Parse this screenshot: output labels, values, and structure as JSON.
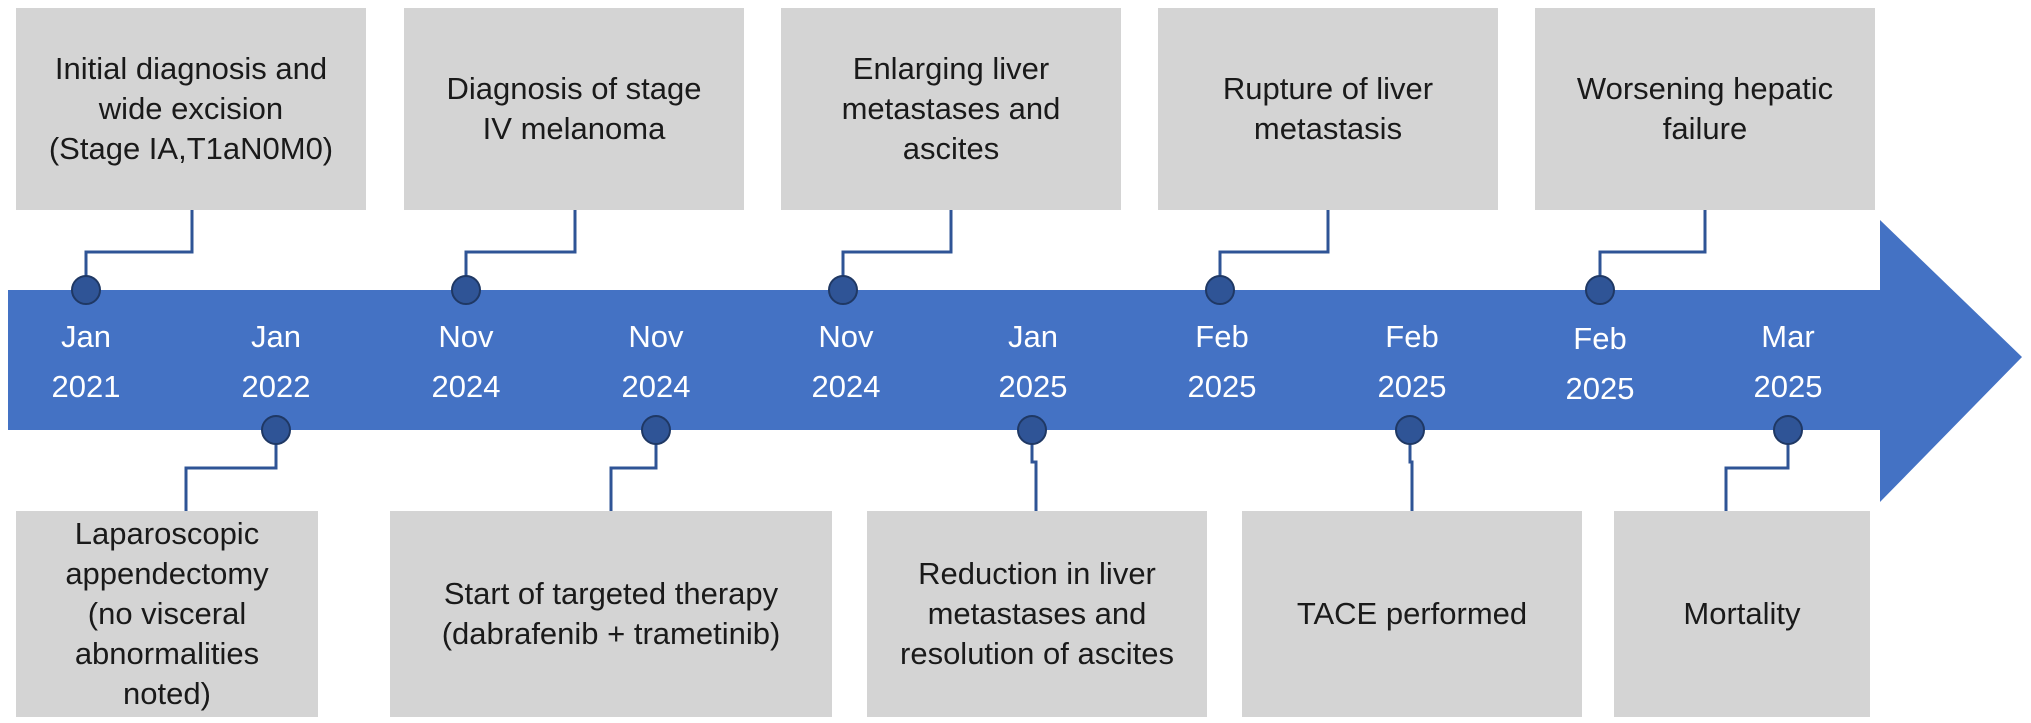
{
  "colors": {
    "arrow": "#4472c4",
    "dot": "#2f5496",
    "connector": "#2f5496",
    "box": "#d4d4d4",
    "date_text": "#ffffff"
  },
  "dates": [
    {
      "month": "Jan",
      "year": "2021"
    },
    {
      "month": "Jan",
      "year": "2022"
    },
    {
      "month": "Nov",
      "year": "2024"
    },
    {
      "month": "Nov",
      "year": "2024"
    },
    {
      "month": "Nov",
      "year": "2024"
    },
    {
      "month": "Jan",
      "year": "2025"
    },
    {
      "month": "Feb",
      "year": "2025"
    },
    {
      "month": "Feb",
      "year": "2025"
    },
    {
      "month": "Feb",
      "year": "2025"
    },
    {
      "month": "Mar",
      "year": "2025"
    }
  ],
  "events": [
    {
      "text": "Initial diagnosis and\nwide excision\n(Stage IA,T1aN0M0)",
      "position": "above"
    },
    {
      "text": "Laparoscopic\nappendectomy\n(no visceral\nabnormalities noted)",
      "position": "below"
    },
    {
      "text": "Diagnosis of stage\nIV melanoma",
      "position": "above"
    },
    {
      "text": "Start of targeted therapy\n(dabrafenib + trametinib)",
      "position": "below"
    },
    {
      "text": "Enlarging liver\nmetastases and\nascites",
      "position": "above"
    },
    {
      "text": "Reduction in liver\nmetastases and\nresolution of ascites",
      "position": "below"
    },
    {
      "text": "Rupture of liver\nmetastasis",
      "position": "above"
    },
    {
      "text": "TACE performed",
      "position": "below"
    },
    {
      "text": "Worsening hepatic\nfailure",
      "position": "above"
    },
    {
      "text": "Mortality",
      "position": "below"
    }
  ]
}
